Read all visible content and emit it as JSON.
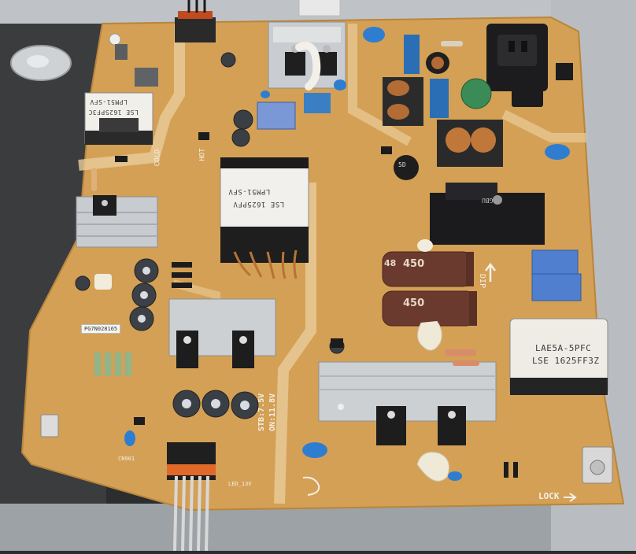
{
  "photo": {
    "colors": {
      "background": "#2b2d2f",
      "pcb": "#d4a055",
      "pcb_dark": "#c48a3f",
      "silkscreen": "#f4efe6",
      "heatsink": "#c9ccd0",
      "capacitor_brown": "#6b3a2e",
      "capacitor_small": "#3c4148",
      "cap_blue": "#2a6fb5",
      "connector_orange": "#e0692a",
      "inlet_black": "#1c1c1e"
    },
    "labels": {
      "cold": "COLD",
      "hot": "HOT",
      "lock": "LOCK",
      "dip": "DIP",
      "cap_left_rating": "450",
      "cap_right_rating": "450",
      "cap_mark": "48",
      "sticker_code": "PG7N028165",
      "standby_line1": "STB:7.5V",
      "standby_line2": "ON:11.8V",
      "xf_main_line1": "LPM51-SFV",
      "xf_main_line2": "LSE 1625PFV",
      "xf_top_line1": "LPM51-SFV",
      "xf_top_line2": "LSE 1625PF3C",
      "pfc_coil_line1": "LAE5A-5PFC",
      "pfc_coil_line2": "LSE 1625FF3Z",
      "ntc_label": "5D",
      "bridge_label": "GBU",
      "led_label": "LED_13V",
      "cn_label": "CN901"
    }
  }
}
